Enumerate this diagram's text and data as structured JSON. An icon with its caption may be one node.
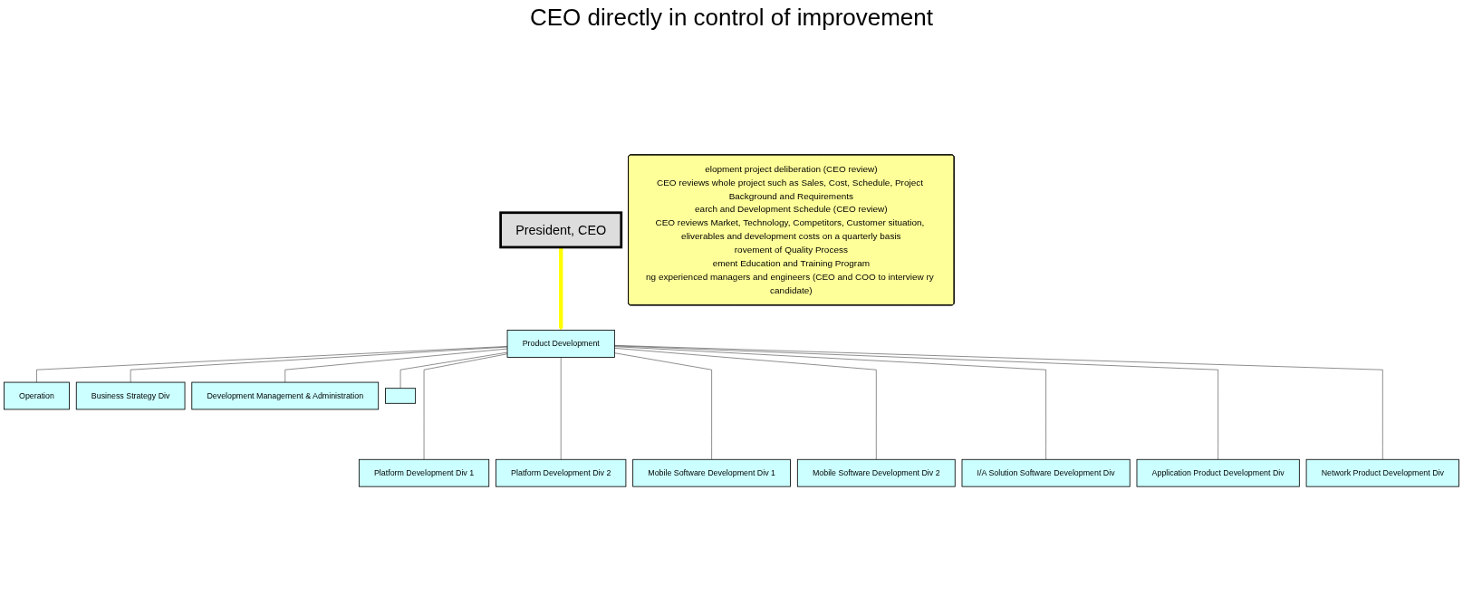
{
  "diagram": {
    "title": "CEO directly in control of improvement",
    "nodes": [
      {
        "text": [
          "President, CEO"
        ]
      },
      {
        "text": [
          "elopment project deliberation (CEO review)",
          "CEO reviews whole project such as Sales, Cost, Schedule, Project Background and Requirements",
          "earch and Development Schedule (CEO review)",
          "CEO reviews Market, Technology, Competitors, Customer situation, eliverables and development costs on a quarterly basis",
          "rovement of Quality Process",
          "ement Education and Training Program",
          "ng experienced managers and engineers (CEO and COO to interview ry candidate)"
        ]
      },
      {
        "text": [
          "Product Development"
        ]
      },
      {
        "text": [
          "Operation"
        ]
      },
      {
        "text": [
          "Business Strategy Div"
        ]
      },
      {
        "text": [
          "Development Management & Administration"
        ]
      },
      {
        "text": [],
        "shape": "box"
      },
      {
        "text": [
          "Platform Development Div 1"
        ]
      },
      {
        "text": [
          "Platform Development Div 2"
        ]
      },
      {
        "text": [
          "Mobile Software Development Div 1"
        ]
      },
      {
        "text": [
          "Mobile Software Development Div 2"
        ]
      },
      {
        "text": [
          "I/A Solution Software Development Div"
        ]
      },
      {
        "text": [
          "Application Product Development  Div"
        ]
      },
      {
        "text": [
          "Network Product Development  Div"
        ]
      }
    ],
    "edges": [
      {
        "from": 0,
        "to": 2,
        "arrow": "to",
        "style": "thick",
        "color": "#ffff00"
      },
      {
        "from": 2,
        "to": 3,
        "arrow": "none"
      },
      {
        "from": 2,
        "to": 4,
        "arrow": "none"
      },
      {
        "from": 2,
        "to": 5,
        "arrow": "none"
      },
      {
        "from": 2,
        "to": 6,
        "arrow": "none"
      },
      {
        "from": 2,
        "to": 7,
        "arrow": "none"
      },
      {
        "from": 2,
        "to": 8,
        "arrow": "none"
      },
      {
        "from": 2,
        "to": 9,
        "arrow": "none"
      },
      {
        "from": 2,
        "to": 10,
        "arrow": "none"
      },
      {
        "from": 2,
        "to": 11,
        "arrow": "none"
      },
      {
        "from": 2,
        "to": 12,
        "arrow": "none"
      },
      {
        "from": 2,
        "to": 13,
        "arrow": "none"
      }
    ]
  }
}
